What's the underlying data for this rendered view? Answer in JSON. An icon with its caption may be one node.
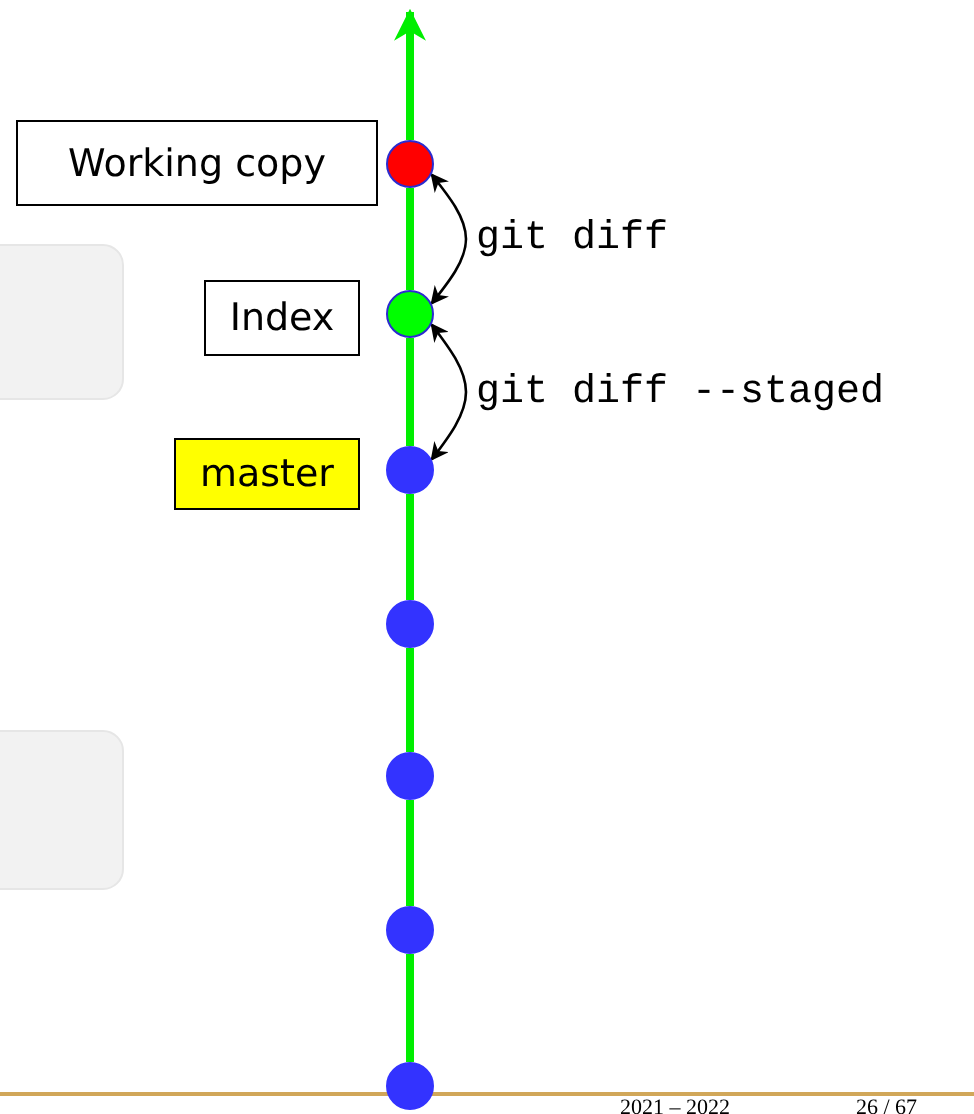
{
  "diagram": {
    "nodes": [
      {
        "text": [
          "Working copy"
        ]
      },
      {
        "text": [],
        "shape": "circle"
      },
      {
        "text": [],
        "shape": "box"
      },
      {
        "text": [
          "Index"
        ]
      },
      {
        "text": [],
        "shape": "circle"
      },
      {
        "text": [
          "master"
        ]
      },
      {
        "text": [],
        "shape": "circle"
      },
      {
        "text": [],
        "shape": "box"
      },
      {
        "text": [],
        "shape": "circle"
      },
      {
        "text": [],
        "shape": "circle"
      },
      {
        "text": [],
        "shape": "circle"
      },
      {
        "text": [],
        "shape": "circle"
      }
    ],
    "edges": [
      {
        "from": 11,
        "to": 10,
        "arrow": "none"
      },
      {
        "from": 10,
        "to": 9,
        "arrow": "none"
      },
      {
        "from": 9,
        "to": 8,
        "arrow": "none"
      },
      {
        "from": 8,
        "to": 6,
        "arrow": "none"
      },
      {
        "from": 6,
        "to": 4,
        "arrow": "none"
      },
      {
        "from": 4,
        "to": 1,
        "arrow": "none"
      },
      {
        "from": 1,
        "to": null,
        "arrow": "to"
      },
      {
        "from": 1,
        "to": 4,
        "arrow": "both",
        "label": "git diff",
        "color": "#000000"
      },
      {
        "from": 4,
        "to": 6,
        "arrow": "both",
        "label": "git diff --staged",
        "color": "#000000"
      }
    ],
    "labels": [
      "2021 – 2022",
      "26 / 67"
    ]
  }
}
